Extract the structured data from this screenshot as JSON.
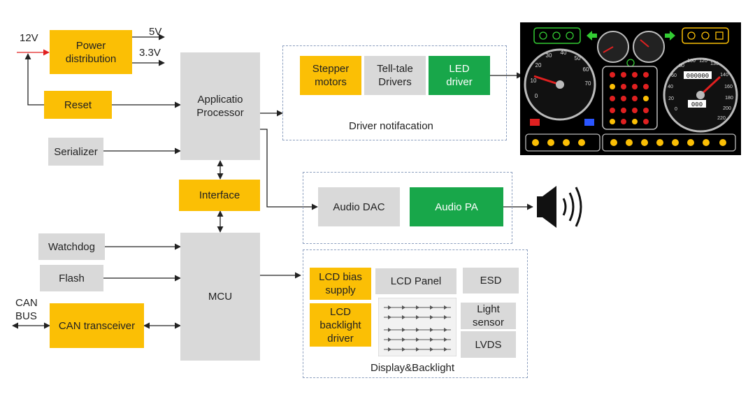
{
  "blocks": {
    "power_distribution": "Power\ndistribution",
    "reset": "Reset",
    "serializer": "Serializer",
    "app_processor": "Applicatio\nProcessor",
    "interface": "Interface",
    "watchdog": "Watchdog",
    "flash": "Flash",
    "mcu": "MCU",
    "can_transceiver": "CAN transceiver",
    "stepper_motors": "Stepper\nmotors",
    "telltale_drivers": "Tell-tale\nDrivers",
    "led_driver": "LED\ndriver",
    "audio_dac": "Audio DAC",
    "audio_pa": "Audio PA",
    "lcd_bias_supply": "LCD bias\nsupply",
    "lcd_panel": "LCD Panel",
    "esd": "ESD",
    "lcd_backlight_driver": "LCD\nbacklight\ndriver",
    "light_sensor": "Light\nsensor",
    "lvds": "LVDS"
  },
  "labels": {
    "v12": "12V",
    "v5": "5V",
    "v33": "3.3V",
    "can_bus": "CAN\nBUS"
  },
  "groups": {
    "driver_notification": "Driver notifacation",
    "display_backlight": "Display&Backlight"
  },
  "cluster": {
    "tach_ticks": [
      "0",
      "10",
      "20",
      "30",
      "40",
      "50",
      "60",
      "70"
    ],
    "speedo_ticks": [
      "0",
      "20",
      "40",
      "60",
      "80",
      "100",
      "120",
      "130",
      "140",
      "160",
      "180",
      "200",
      "220"
    ],
    "odometer": "000000",
    "trip": "000"
  },
  "colors": {
    "orange": "#fbbf05",
    "gray": "#d9d9d9",
    "green": "#18a74a",
    "dashed_border": "#8c9fbf",
    "line": "#222222",
    "red_input": "#e02020"
  }
}
